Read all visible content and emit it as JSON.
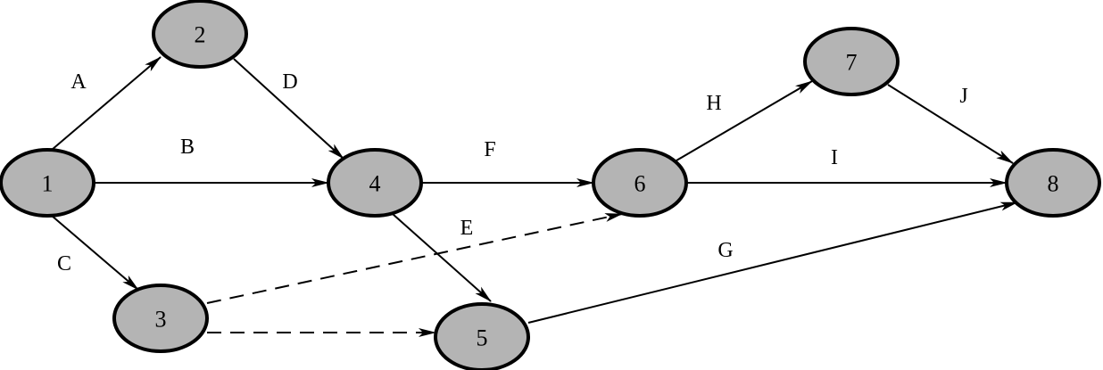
{
  "diagram": {
    "type": "activity-on-arrow network",
    "node_fill_color": "#b4b4b4",
    "edge_color": "#000000",
    "nodes": [
      {
        "id": "1",
        "label": "1"
      },
      {
        "id": "2",
        "label": "2"
      },
      {
        "id": "3",
        "label": "3"
      },
      {
        "id": "4",
        "label": "4"
      },
      {
        "id": "5",
        "label": "5"
      },
      {
        "id": "6",
        "label": "6"
      },
      {
        "id": "7",
        "label": "7"
      },
      {
        "id": "8",
        "label": "8"
      }
    ],
    "edges": [
      {
        "label": "A",
        "from": "1",
        "to": "2",
        "style": "solid"
      },
      {
        "label": "B",
        "from": "1",
        "to": "4",
        "style": "solid"
      },
      {
        "label": "C",
        "from": "1",
        "to": "3",
        "style": "solid"
      },
      {
        "label": "D",
        "from": "2",
        "to": "4",
        "style": "solid"
      },
      {
        "label": "E",
        "from": "3",
        "to": "6",
        "style": "dashed"
      },
      {
        "label": "",
        "from": "3",
        "to": "5",
        "style": "dashed"
      },
      {
        "label": "",
        "from": "4",
        "to": "5",
        "style": "solid"
      },
      {
        "label": "F",
        "from": "4",
        "to": "6",
        "style": "solid"
      },
      {
        "label": "G",
        "from": "5",
        "to": "8",
        "style": "solid"
      },
      {
        "label": "H",
        "from": "6",
        "to": "7",
        "style": "solid"
      },
      {
        "label": "I",
        "from": "6",
        "to": "8",
        "style": "solid"
      },
      {
        "label": "J",
        "from": "7",
        "to": "8",
        "style": "solid"
      }
    ]
  }
}
